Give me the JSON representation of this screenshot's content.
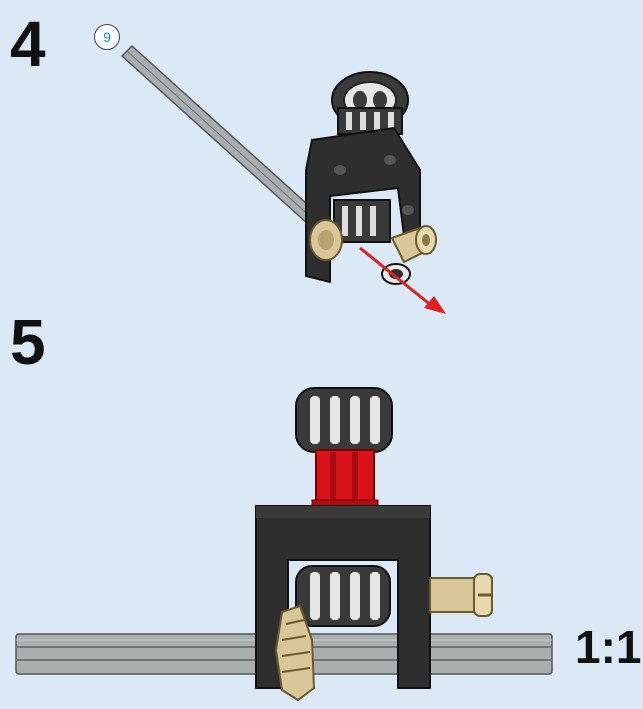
{
  "steps": [
    {
      "number": "4",
      "callout": "9"
    },
    {
      "number": "5"
    }
  ],
  "scale_label": "1:1",
  "colors": {
    "background": "#dbe9f7",
    "frame": "#2e2e2e",
    "bushing": "#d8131b",
    "gear": "#3a3a3a",
    "axle": "#9aa0a3",
    "bevel_gear": "#d9c79a",
    "arrow": "#e02020"
  }
}
